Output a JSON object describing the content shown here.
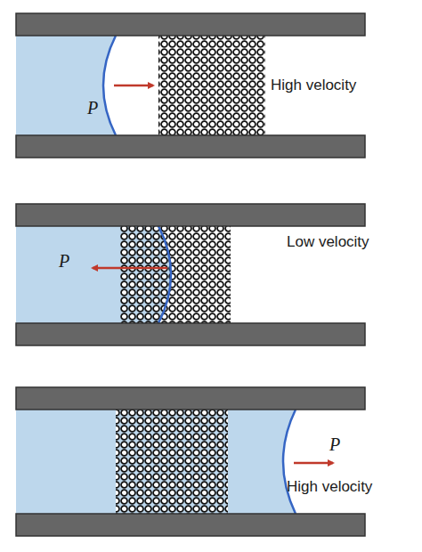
{
  "diagram": {
    "labels": [
      "P",
      "High velocity",
      "P",
      "Low velocity",
      "P",
      "High velocity"
    ]
  }
}
